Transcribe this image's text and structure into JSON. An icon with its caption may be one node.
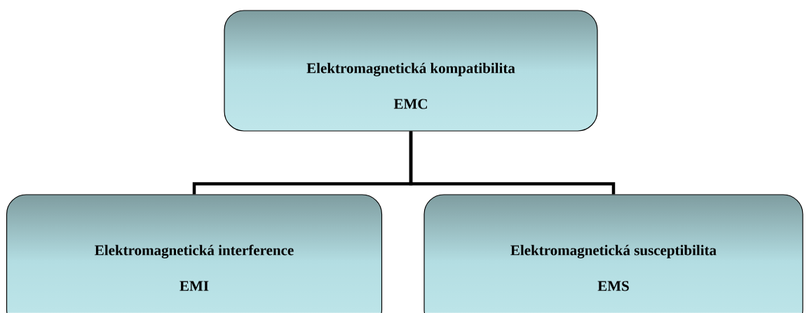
{
  "diagram": {
    "nodes": [
      {
        "text": [
          "Elektromagnetická kompatibilita",
          "EMC"
        ]
      },
      {
        "text": [
          "Elektromagnetická interference",
          "EMI"
        ]
      },
      {
        "text": [
          "Elektromagnetická susceptibilita",
          "EMS"
        ]
      }
    ],
    "edges": [
      {
        "from": 0,
        "to": 1,
        "arrow": "none"
      },
      {
        "from": 0,
        "to": 2,
        "arrow": "none"
      }
    ]
  }
}
